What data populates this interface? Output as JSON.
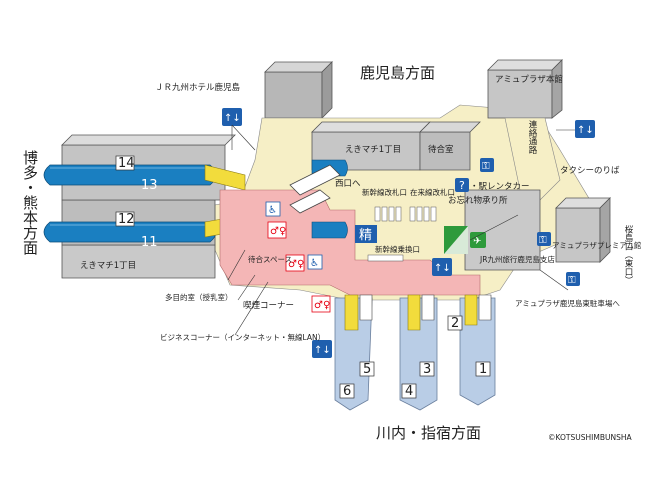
{
  "directions": {
    "north": "鹿児島方面",
    "south": "川内・指宿方面",
    "west": "博多・熊本方面",
    "east": "桜島口（東口）"
  },
  "platforms": {
    "upper_left": [
      "14",
      "13",
      "12",
      "11"
    ],
    "lower": [
      "5",
      "6",
      "3",
      "4",
      "2",
      "1"
    ]
  },
  "labels": {
    "jr_hotel": "ＪＲ九州ホテル鹿児島",
    "amu_plaza_main": "アミュプラザ本館",
    "renraku_tsuro": "連絡通路",
    "taxi": "タクシーのりば",
    "eki_machi_top": "えきマチ1丁目",
    "eki_machi_left": "えきマチ1丁目",
    "machiaishitsu": "待合室",
    "eki_rent": "・駅レンタカー",
    "nishiguchi": "西口へ",
    "shinkansen_gate": "新幹線改札口",
    "zairaisen_gate": "在来線改札口",
    "lost_found": "お忘れ物承り所",
    "transfer_gate": "新幹線乗換口",
    "machiai_space": "待合スペース",
    "smoking": "喫煙コーナー",
    "multipurpose": "多目的室（授乳室）",
    "business_corner": "ビジネスコーナー（インターネット・無線LAN）",
    "jr_travel": "JR九州旅行鹿児島支店",
    "amu_premium": "アミュプラザプレミアム館",
    "amu_parking": "アミュプラザ鹿児島東駐車場へ",
    "copyright": "©KOTSUSHIMBUNSHA"
  },
  "glyphs": {
    "sei": "精",
    "question": "?"
  },
  "colors": {
    "platform_blue": "#1a7fc1",
    "platform_light": "#b9cde6",
    "concourse_pink": "#f4b6b6",
    "floor_cream": "#f6efc6",
    "building_gray": "#b7b7b7",
    "stair_yellow": "#f2dc3c",
    "icon_blue": "#1f5fae",
    "restroom_red": "#e60012",
    "lostfound_green": "#2e9a3b"
  }
}
